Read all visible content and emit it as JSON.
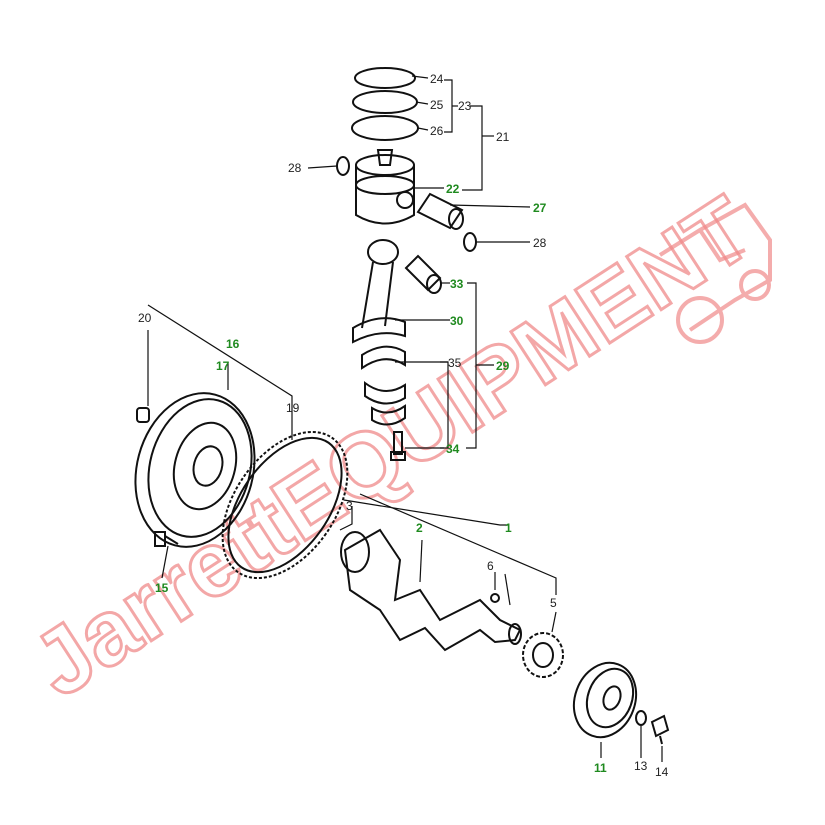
{
  "diagram": {
    "labels": {
      "p1": "1",
      "p2": "2",
      "p3": "3",
      "p5": "5",
      "p6": "6",
      "p11": "11",
      "p13": "13",
      "p14": "14",
      "p15": "15",
      "p16": "16",
      "p17": "17",
      "p19": "19",
      "p20": "20",
      "p21": "21",
      "p22": "22",
      "p23": "23",
      "p24": "24",
      "p25": "25",
      "p26": "26",
      "p27": "27",
      "p28a": "28",
      "p28b": "28",
      "p29": "29",
      "p30": "30",
      "p33": "33",
      "p34": "34",
      "p35": "35"
    },
    "highlight_color": "#1f8a1f"
  },
  "watermark": {
    "text": "JarrettEQUIPMENT",
    "color": "#f08a8a"
  }
}
